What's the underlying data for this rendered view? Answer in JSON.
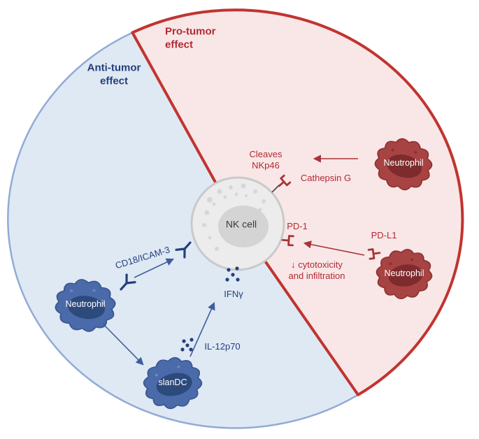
{
  "labels": {
    "anti_tumor": "Anti-tumor\neffect",
    "pro_tumor": "Pro-tumor\neffect",
    "nk_cell": "NK cell",
    "neutrophil_blue": "Neutrophil",
    "slandc": "slanDC",
    "neutrophil_red_top": "Neutrophil",
    "neutrophil_red_bottom": "Neutrophil",
    "cd18_icam3": "CD18/ICAM-3",
    "il12p70": "IL-12p70",
    "ifn_gamma": "IFNγ",
    "cleaves_nkp46": "Cleaves\nNKp46",
    "cathepsin_g": "Cathepsin G",
    "pd1": "PD-1",
    "pdl1": "PD-L1",
    "cytotoxicity": "↓ cytotoxicity\nand infiltration"
  },
  "palette": {
    "blue-fill": "#dfe9f4",
    "blue-border": "#92abd6",
    "red-fill": "#f9e7e7",
    "red-border": "#c13430",
    "blue-accent": "#3d5e9c",
    "blue-dark": "#24407c",
    "red-accent": "#a73439",
    "red-text": "#b02a33",
    "cell-blue": "#4b6aa9",
    "cell-blue-edge": "#3a5890",
    "cell-blue-dark": "#2d4a7d",
    "cell-blue-speck": "#6b87bd",
    "cell-red": "#a84343",
    "cell-red-edge": "#8d3333",
    "cell-red-dark": "#7e2b2d",
    "cell-red-speck": "#8c3030",
    "nk-fill": "#ececec",
    "nk-edge": "#c9c9c9",
    "nk-nucleus": "#d4d4d4",
    "nk-granule": "#d7d7d7"
  }
}
